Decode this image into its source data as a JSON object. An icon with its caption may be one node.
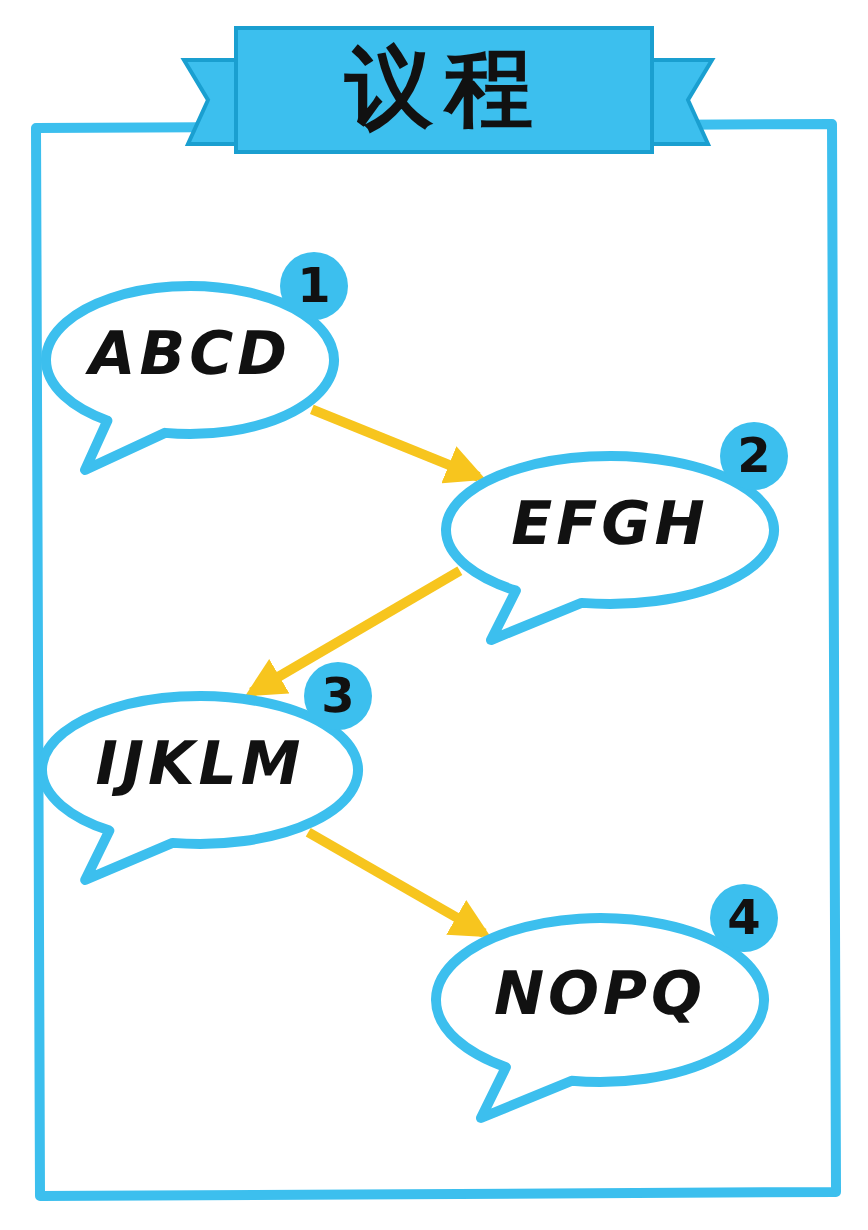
{
  "diagram": {
    "title": "议程",
    "nodes": [
      {
        "text": [
          "ABCD"
        ],
        "beside": [
          "1"
        ]
      },
      {
        "text": [
          "EFGH"
        ],
        "beside": [
          "2"
        ]
      },
      {
        "text": [
          "IJKLM"
        ],
        "beside": [
          "3"
        ]
      },
      {
        "text": [
          "NOPQ"
        ],
        "beside": [
          "4"
        ]
      }
    ],
    "edges": [
      {
        "from": 0,
        "to": 1,
        "arrow": "to"
      },
      {
        "from": 1,
        "to": 2,
        "arrow": "to"
      },
      {
        "from": 2,
        "to": 3,
        "arrow": "to"
      }
    ]
  }
}
